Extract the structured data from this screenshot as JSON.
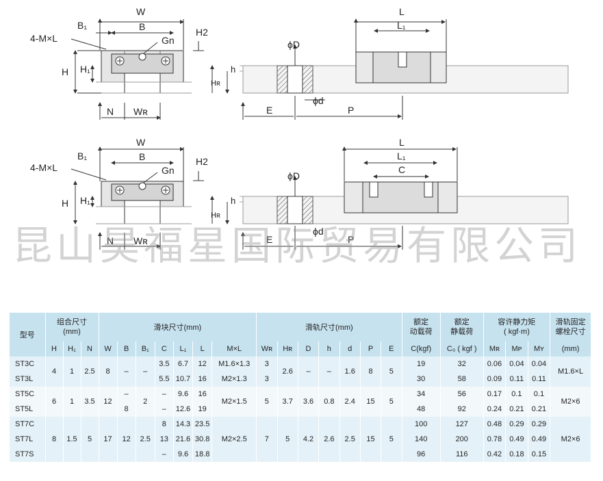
{
  "top_labels": {
    "W": "W",
    "B1": "B₁",
    "B": "B",
    "Gn": "Gn",
    "H2": "H2",
    "mxl": "4-M×L",
    "H": "H",
    "H1": "H₁",
    "N": "N",
    "WR": "Wʀ",
    "phiD": "ϕD",
    "phid": "ϕd",
    "HR": "Hʀ",
    "h": "h",
    "E": "E",
    "P": "P",
    "L": "L",
    "L1": "L₁",
    "C": "C"
  },
  "watermark": "昆山昊福星国际贸易有限公司",
  "table": {
    "group_headers": {
      "model": "型号",
      "assembly": "组合尺寸\n(mm)",
      "block": "滑块尺寸(mm)",
      "rail": "滑轨尺寸(mm)",
      "dynamic": "额定\n动载荷",
      "static": "额定\n静载荷",
      "moment": "容许静力矩\n( kgf·m)",
      "bolt": "滑轨固定\n螺栓尺寸"
    },
    "sub_headers": [
      "H",
      "H₁",
      "N",
      "W",
      "B",
      "B₁",
      "C",
      "L₁",
      "L",
      "M×L",
      "Wʀ",
      "Hʀ",
      "D",
      "h",
      "d",
      "P",
      "E",
      "C(kgf)",
      "C₀ ( kgf )",
      "Mʀ",
      "Mᴘ",
      "Mʏ",
      "(mm)"
    ],
    "rows": {
      "st3c": {
        "model": "ST3C",
        "C": "3.5",
        "L1": "6.7",
        "L": "12",
        "MxL": "M1.6×1.3",
        "WR": "3",
        "Cd": "19",
        "C0": "32",
        "MR": "0.06",
        "MP": "0.04",
        "MY": "0.04"
      },
      "st3l": {
        "model": "ST3L",
        "C": "5.5",
        "L1": "10.7",
        "L": "16",
        "MxL": "M2×1.3",
        "WR": "3",
        "Cd": "30",
        "C0": "58",
        "MR": "0.09",
        "MP": "0.11",
        "MY": "0.11"
      },
      "st3": {
        "H": "4",
        "H1": "1",
        "N": "2.5",
        "W": "8",
        "B": "–",
        "B1": "–",
        "HR": "2.6",
        "D": "–",
        "h": "–",
        "d": "1.6",
        "P": "8",
        "E": "5",
        "bolt": "M1.6×L"
      },
      "st5c": {
        "model": "ST5C",
        "B": "–",
        "C": "–",
        "L1": "9.6",
        "L": "16",
        "Cd": "34",
        "C0": "56",
        "MR": "0.17",
        "MP": "0.1",
        "MY": "0.1"
      },
      "st5l": {
        "model": "ST5L",
        "B": "8",
        "C": "–",
        "L1": "12.6",
        "L": "19",
        "Cd": "48",
        "C0": "92",
        "MR": "0.24",
        "MP": "0.21",
        "MY": "0.21"
      },
      "st5": {
        "H": "6",
        "H1": "1",
        "N": "3.5",
        "W": "12",
        "B1": "2",
        "MxL": "M2×1.5",
        "WR": "5",
        "HR": "3.7",
        "D": "3.6",
        "h": "0.8",
        "d": "2.4",
        "P": "15",
        "E": "5",
        "bolt": "M2×6"
      },
      "st7c": {
        "model": "ST7C",
        "C": "8",
        "L1": "14.3",
        "L": "23.5",
        "Cd": "100",
        "C0": "127",
        "MR": "0.48",
        "MP": "0.29",
        "MY": "0.29"
      },
      "st7l": {
        "model": "ST7L",
        "C": "13",
        "L1": "21.6",
        "L": "30.8",
        "Cd": "140",
        "C0": "200",
        "MR": "0.78",
        "MP": "0.49",
        "MY": "0.49"
      },
      "st7s": {
        "model": "ST7S",
        "C": "–",
        "L1": "9.6",
        "L": "18.8",
        "Cd": "96",
        "C0": "116",
        "MR": "0.42",
        "MP": "0.18",
        "MY": "0.15"
      },
      "st7": {
        "H": "8",
        "H1": "1.5",
        "N": "5",
        "W": "17",
        "B": "12",
        "B1": "2.5",
        "MxL": "M2×2.5",
        "WR": "7",
        "HR": "5",
        "D": "4.2",
        "h": "2.6",
        "d": "2.5",
        "P": "15",
        "E": "5",
        "bolt": "M2×6"
      }
    }
  }
}
